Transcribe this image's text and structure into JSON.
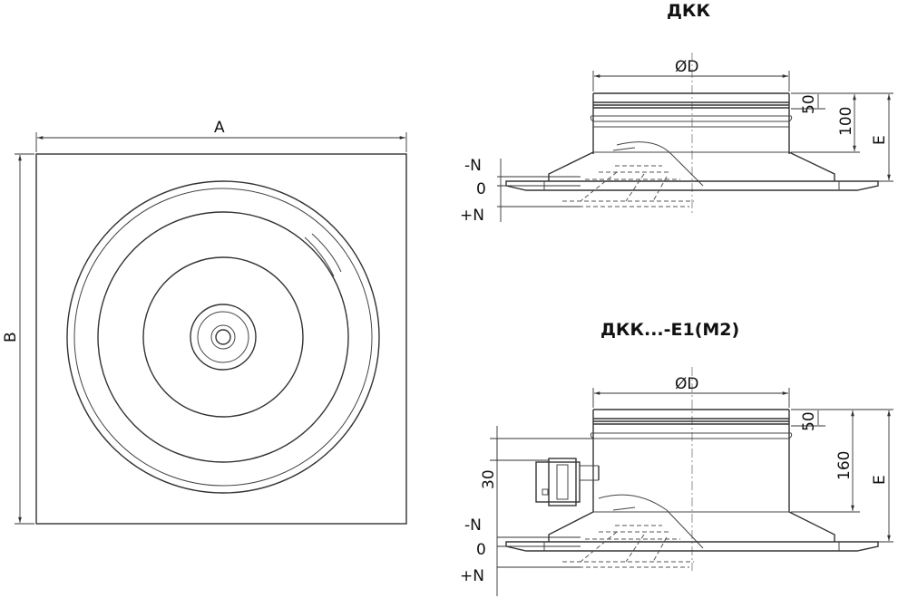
{
  "plan_view": {
    "width_label": "A",
    "height_label": "B"
  },
  "section_top": {
    "title": "ДКК",
    "diameter_label": "ØD",
    "dim_50": "50",
    "dim_100": "100",
    "dim_E": "E",
    "level_minus": "-N",
    "level_zero": "0",
    "level_plus": "+N"
  },
  "section_bottom": {
    "title": "ДКК...-E1(M2)",
    "diameter_label": "ØD",
    "dim_50": "50",
    "dim_160": "160",
    "dim_30": "30",
    "dim_E": "E",
    "level_minus": "-N",
    "level_zero": "0",
    "level_plus": "+N"
  }
}
